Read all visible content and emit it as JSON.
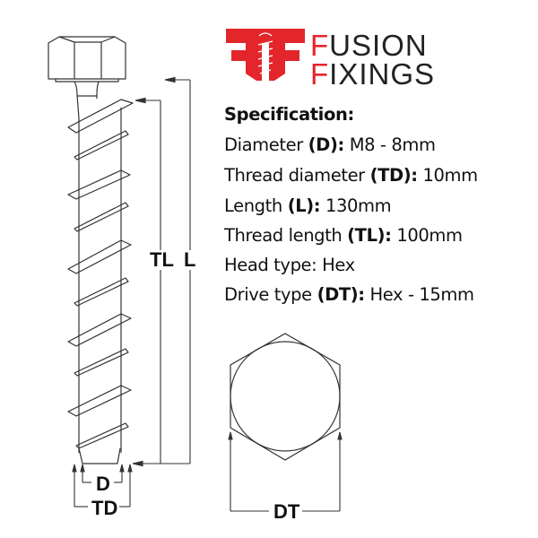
{
  "brand": {
    "name_line1": "FUSION",
    "name_line2": "FIXINGS",
    "accent_color": "#e3262b",
    "text_color": "#222222",
    "logo_icon": "ff-screw-logo-icon"
  },
  "specification": {
    "title": "Specification:",
    "rows": [
      {
        "label": "Diameter",
        "code": "(D):",
        "value": "M8 - 8mm"
      },
      {
        "label": "Thread diameter",
        "code": "(TD):",
        "value": "10mm"
      },
      {
        "label": "Length",
        "code": "(L):",
        "value": "130mm"
      },
      {
        "label": "Thread length",
        "code": "(TL):",
        "value": "100mm"
      },
      {
        "label": "Head type:",
        "code": "",
        "value": "Hex"
      },
      {
        "label": "Drive type",
        "code": "(DT):",
        "value": "Hex - 15mm"
      }
    ]
  },
  "diagram": {
    "labels": {
      "thread_length": "TL",
      "length": "L",
      "diameter": "D",
      "thread_diameter": "TD",
      "drive_type": "DT"
    },
    "line_color": "#333333"
  }
}
